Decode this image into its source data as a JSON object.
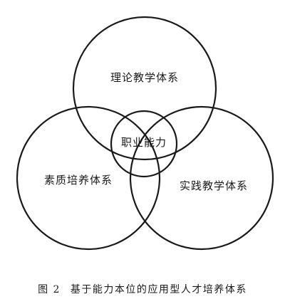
{
  "diagram": {
    "circles": {
      "top": "理论教学体系",
      "left": "素质培养体系",
      "right": "实践教学体系",
      "center": "职业能力"
    },
    "stroke_color": "#1a1a1a"
  },
  "caption": {
    "figure_number": "图 2",
    "title": "基于能力本位的应用型人才培养体系"
  }
}
